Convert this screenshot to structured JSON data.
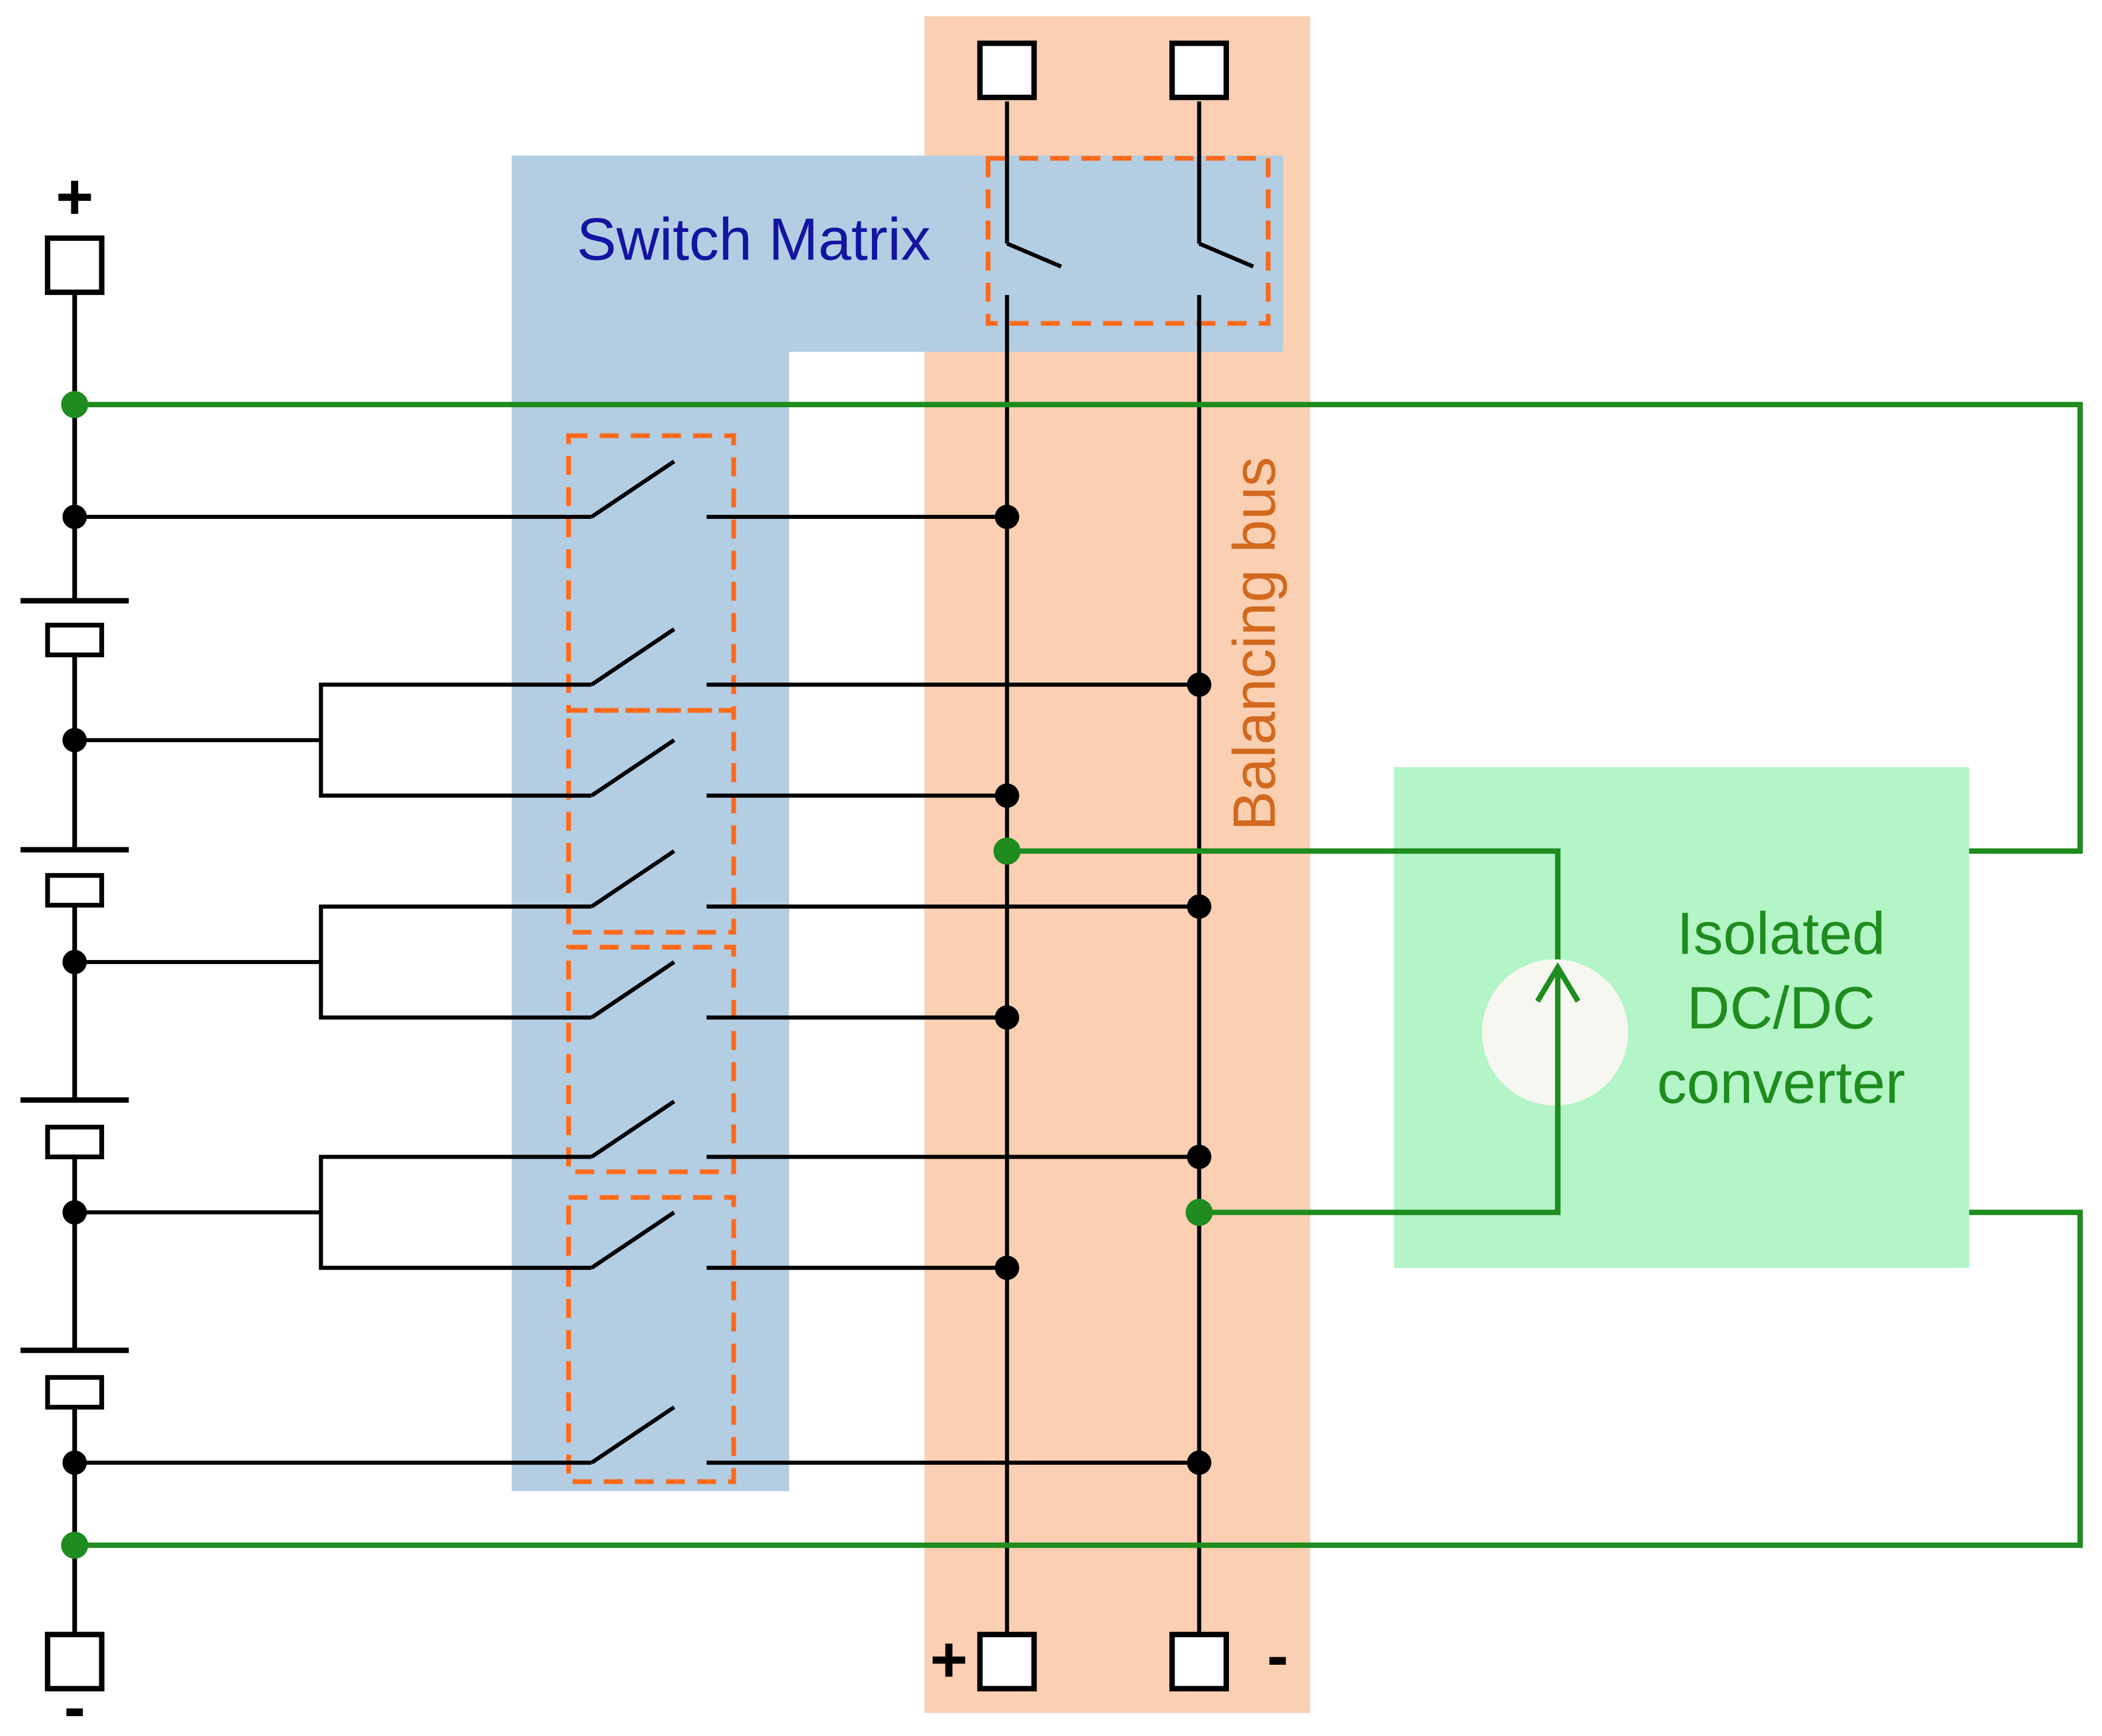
{
  "labels": {
    "switch_matrix": "Switch Matrix",
    "balancing_bus": "Balancing bus",
    "converter_line1": "Isolated",
    "converter_line2": "DC/DC",
    "converter_line3": "converter",
    "pack_plus": "+",
    "pack_minus": "-",
    "bus_plus": "+",
    "bus_minus": "-"
  },
  "colors": {
    "switch_matrix_fill": "#b3cde3",
    "balancing_bus_fill": "#fbcfb2",
    "converter_fill": "#b3f5c6",
    "switch_matrix_text": "#1414a0",
    "balancing_bus_text": "#d2691e",
    "converter_text": "#1e8c1e",
    "wire": "#000000",
    "power_wire": "#1e8c1e",
    "dashed_group": "#ff6a1a"
  }
}
